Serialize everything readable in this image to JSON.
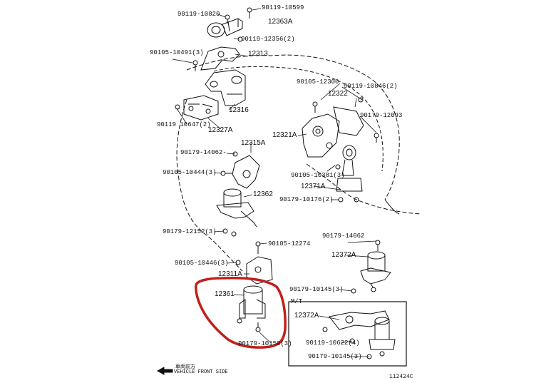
{
  "labels": {
    "p90119_10820": "90119-10820",
    "p90119_10599": "90119-10599",
    "p12363A": "12363A",
    "p90119_12356": "90119-12356(2)",
    "p90105_10491": "90105-10491(3)",
    "p12313": "12313",
    "p90105_12300": "90105-12300",
    "p90119_10846": "90119-10846(2)",
    "p12322": "12322",
    "p12316": "12316",
    "p90179_12093": "90179-12093",
    "p90119_10647": "90119 10647(2)",
    "p12327A": "12327A",
    "p12321A": "12321A",
    "p12315A": "12315A",
    "p90179_14062a": "90179-14062-",
    "p90105_10444": "90105-10444(3)",
    "p90105_10381": "90105-10381(3)",
    "p12371A": "12371A",
    "p12362": "12362",
    "p90179_10176": "90179-10176(2)",
    "p90179_12152": "90179-12152(3)",
    "p90179_14062b": "90179-14062",
    "p90105_12274": "90105-12274",
    "p12372A_top": "12372A",
    "p90105_10446": "90105-10446(3)",
    "p12311A": "12311A",
    "p90179_10145a": "90179-10145(3)",
    "p12361": "12361",
    "p_mt": "M/T",
    "p12372A_box": "12372A",
    "p90119_10622": "90119-10622(4)",
    "p90179_10145b": "90179-10145(3)",
    "p90179_10150": "90179-10150(3)"
  },
  "footer": {
    "vehicle_front_jp": "車両前方",
    "vehicle_front": "VEHICLE FRONT SIDE",
    "figure_id": "112424C"
  },
  "colors": {
    "ink": "#111111",
    "highlight": "#c0201c",
    "paper": "#ffffff"
  },
  "icons": {
    "arrow": "front-arrow-icon"
  }
}
